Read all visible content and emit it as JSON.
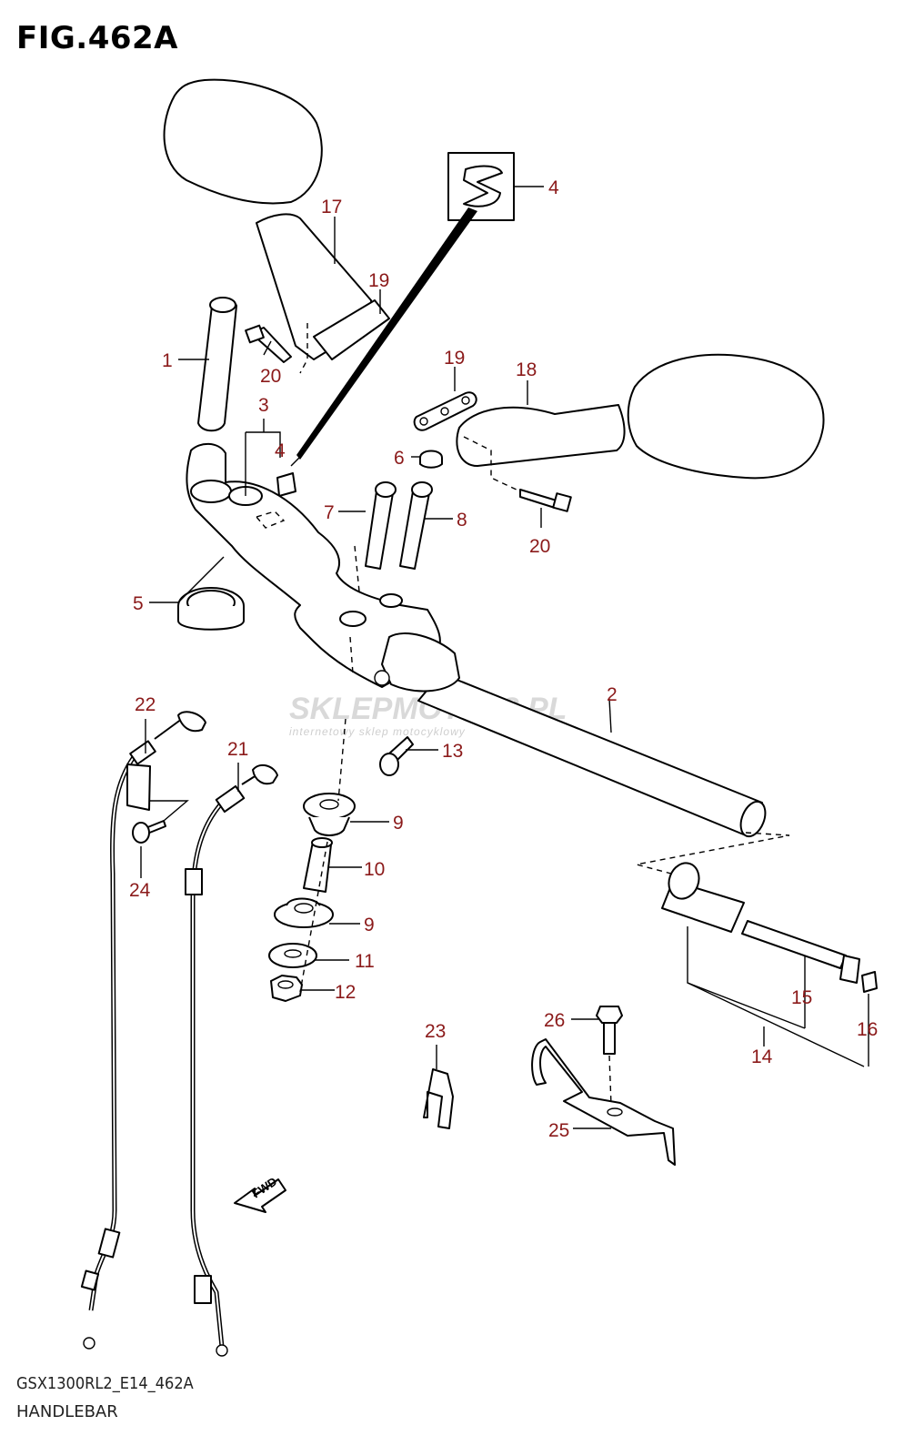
{
  "figure_title": "FIG.462A",
  "footer": {
    "model_code": "GSX1300RL2_E14_462A",
    "section_name": "HANDLEBAR"
  },
  "watermark": {
    "brand": "SKLEPMOTO48.PL",
    "tagline": "internetowy sklep motocyklowy"
  },
  "fwd_label": "FWD",
  "callouts": {
    "c1": "1",
    "c2": "2",
    "c3": "3",
    "c4a": "4",
    "c4b": "4",
    "c5": "5",
    "c6": "6",
    "c7": "7",
    "c8": "8",
    "c9a": "9",
    "c9b": "9",
    "c10": "10",
    "c11": "11",
    "c12": "12",
    "c13": "13",
    "c14": "14",
    "c15": "15",
    "c16": "16",
    "c17": "17",
    "c18": "18",
    "c19a": "19",
    "c19b": "19",
    "c20a": "20",
    "c20b": "20",
    "c21": "21",
    "c22": "22",
    "c23": "23",
    "c24": "24",
    "c25": "25",
    "c26": "26"
  }
}
